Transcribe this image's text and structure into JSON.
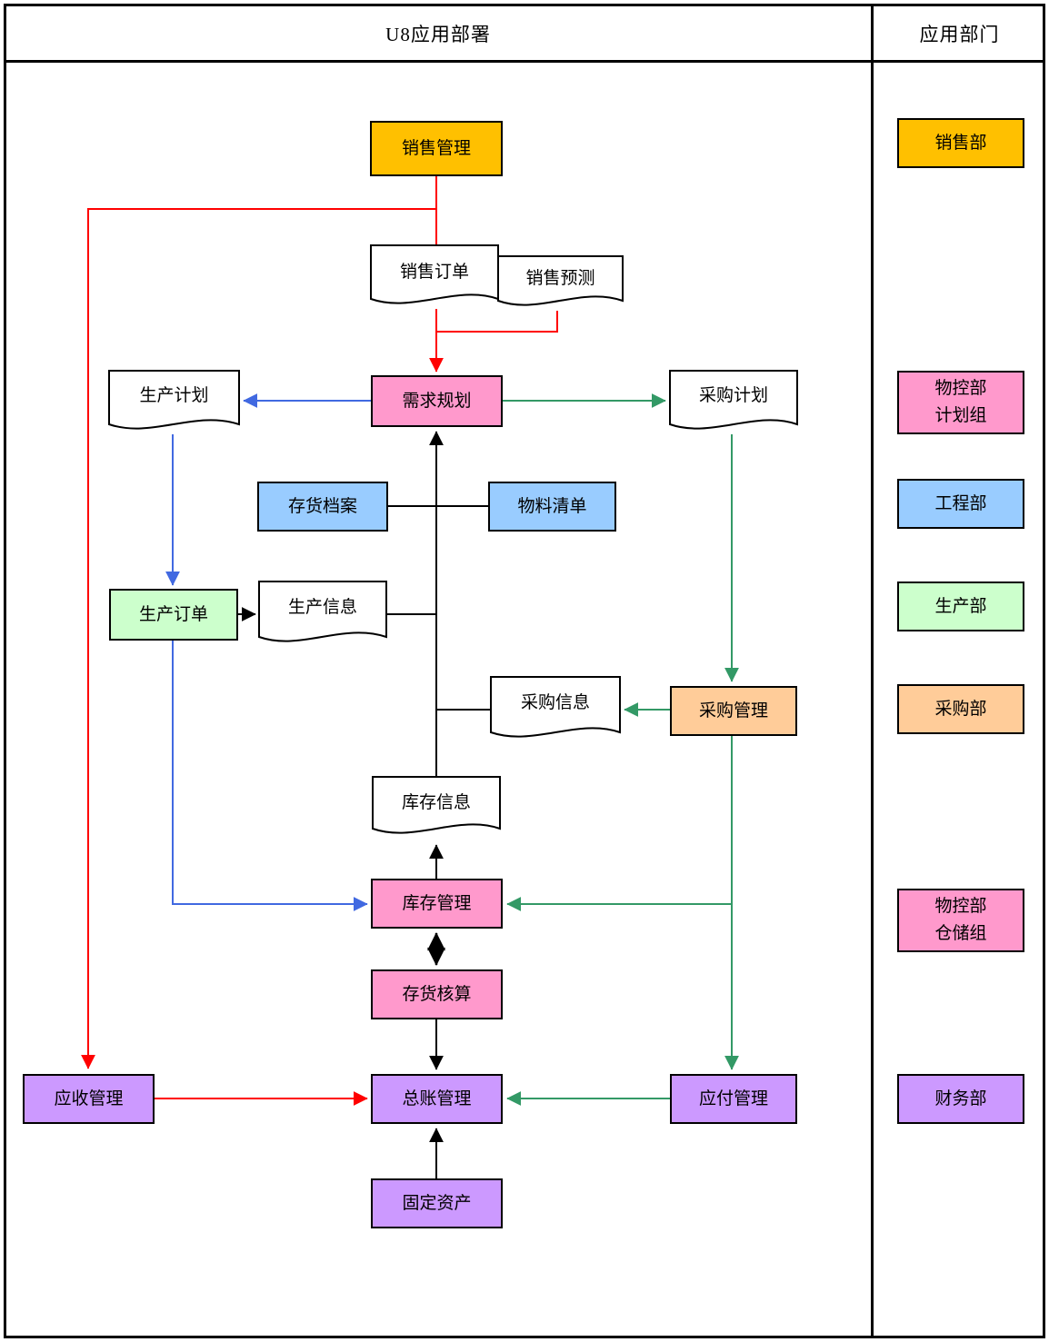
{
  "header": {
    "left_title": "U8应用部署",
    "right_title": "应用部门"
  },
  "colors": {
    "gold": "#FFC000",
    "pink": "#FF99CC",
    "blue": "#99CCFF",
    "green": "#CCFFCC",
    "orange": "#FFCC99",
    "purple": "#CC99FF",
    "doc_fill": "#FFFFFF",
    "arrow_red": "#FF0000",
    "arrow_blue": "#4169E1",
    "arrow_green": "#339966",
    "arrow_black": "#000000"
  },
  "nodes": {
    "sales_mgmt": {
      "label": "销售管理"
    },
    "sales_order": {
      "label": "销售订单"
    },
    "sales_forecast": {
      "label": "销售预测"
    },
    "demand_plan": {
      "label": "需求规划"
    },
    "prod_plan": {
      "label": "生产计划"
    },
    "purch_plan": {
      "label": "采购计划"
    },
    "inv_archive": {
      "label": "存货档案"
    },
    "bom": {
      "label": "物料清单"
    },
    "prod_order": {
      "label": "生产订单"
    },
    "prod_info": {
      "label": "生产信息"
    },
    "purch_info": {
      "label": "采购信息"
    },
    "purch_mgmt": {
      "label": "采购管理"
    },
    "inv_info": {
      "label": "库存信息"
    },
    "inv_mgmt": {
      "label": "库存管理"
    },
    "inv_account": {
      "label": "存货核算"
    },
    "recv_mgmt": {
      "label": "应收管理"
    },
    "ledger_mgmt": {
      "label": "总账管理"
    },
    "pay_mgmt": {
      "label": "应付管理"
    },
    "fixed_assets": {
      "label": "固定资产"
    }
  },
  "departments": {
    "sales": {
      "label": "销售部"
    },
    "material_planning": {
      "label": "物控部\n计划组"
    },
    "engineering": {
      "label": "工程部"
    },
    "production": {
      "label": "生产部"
    },
    "purchasing": {
      "label": "采购部"
    },
    "material_warehouse": {
      "label": "物控部\n仓储组"
    },
    "finance": {
      "label": "财务部"
    }
  }
}
